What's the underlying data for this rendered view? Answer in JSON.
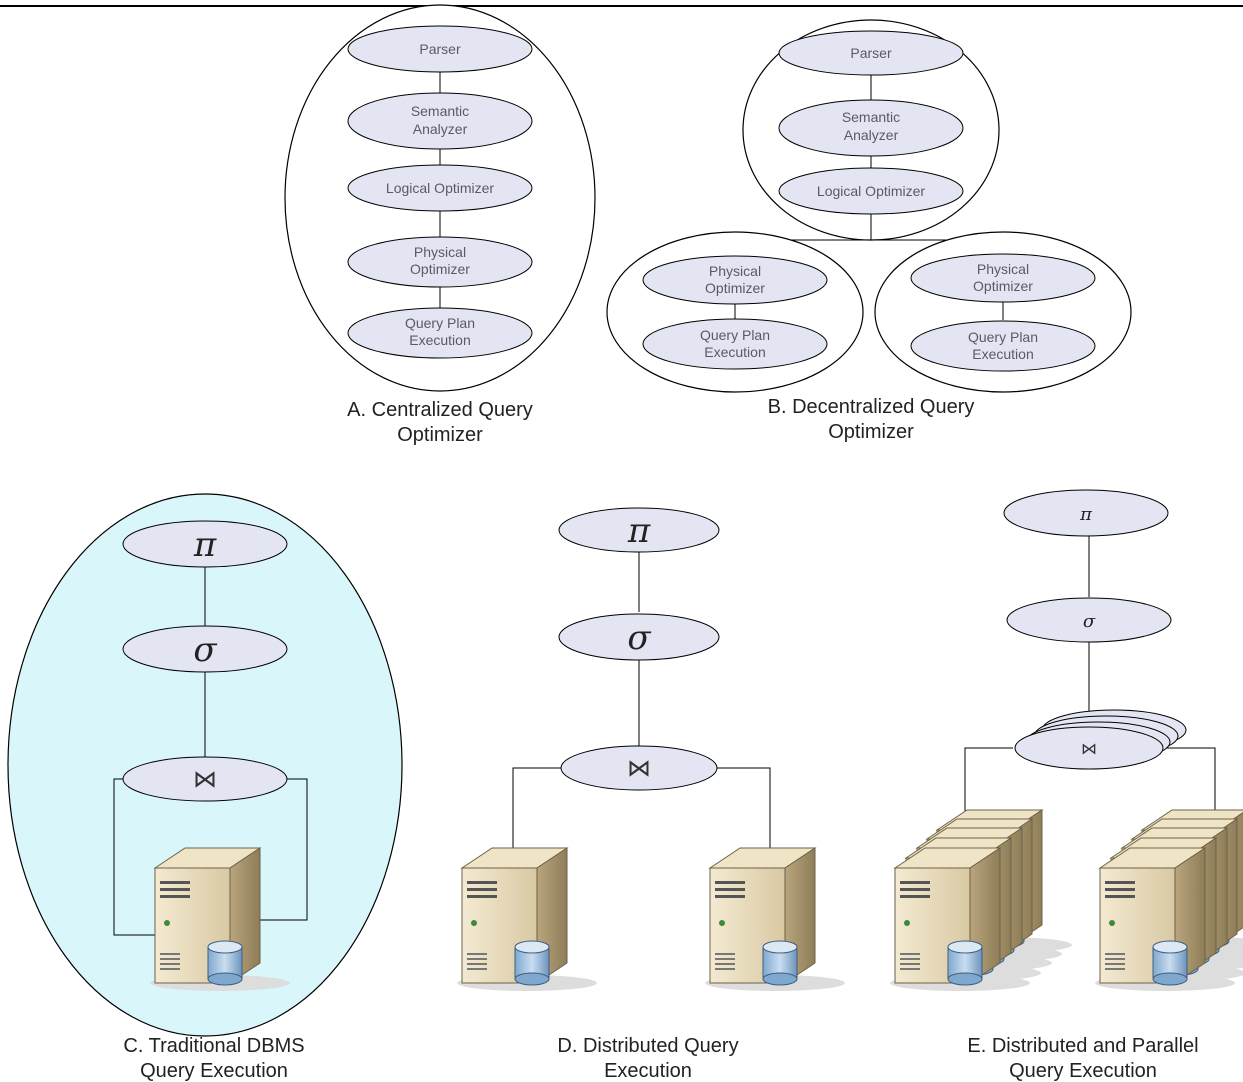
{
  "panel_a": {
    "nodes": [
      "Parser",
      "Semantic",
      "Analyzer",
      "Logical Optimizer",
      "Physical",
      "Optimizer",
      "Query Plan",
      "Execution"
    ],
    "caption": [
      "A. Centralized Query",
      "Optimizer"
    ]
  },
  "panel_b": {
    "top_nodes": [
      "Parser",
      "Semantic",
      "Analyzer",
      "Logical Optimizer"
    ],
    "left_nodes": [
      "Physical",
      "Optimizer",
      "Query Plan",
      "Execution"
    ],
    "right_nodes": [
      "Physical",
      "Optimizer",
      "Query Plan",
      "Execution"
    ],
    "caption": [
      "B. Decentralized Query",
      "Optimizer"
    ]
  },
  "panel_c": {
    "operators": [
      "π",
      "σ",
      "⋈"
    ],
    "caption": [
      "C. Traditional DBMS",
      "Query Execution"
    ]
  },
  "panel_d": {
    "operators": [
      "π",
      "σ",
      "⋈"
    ],
    "caption": [
      "D. Distributed Query",
      "Execution"
    ]
  },
  "panel_e": {
    "operators": [
      "π",
      "σ",
      "⋈"
    ],
    "caption": [
      "E. Distributed and Parallel",
      "Query Execution"
    ]
  },
  "colors": {
    "node_fill": "#e3e6f2",
    "panel_c_fill": "#d9f7fa",
    "line": "#000000"
  }
}
